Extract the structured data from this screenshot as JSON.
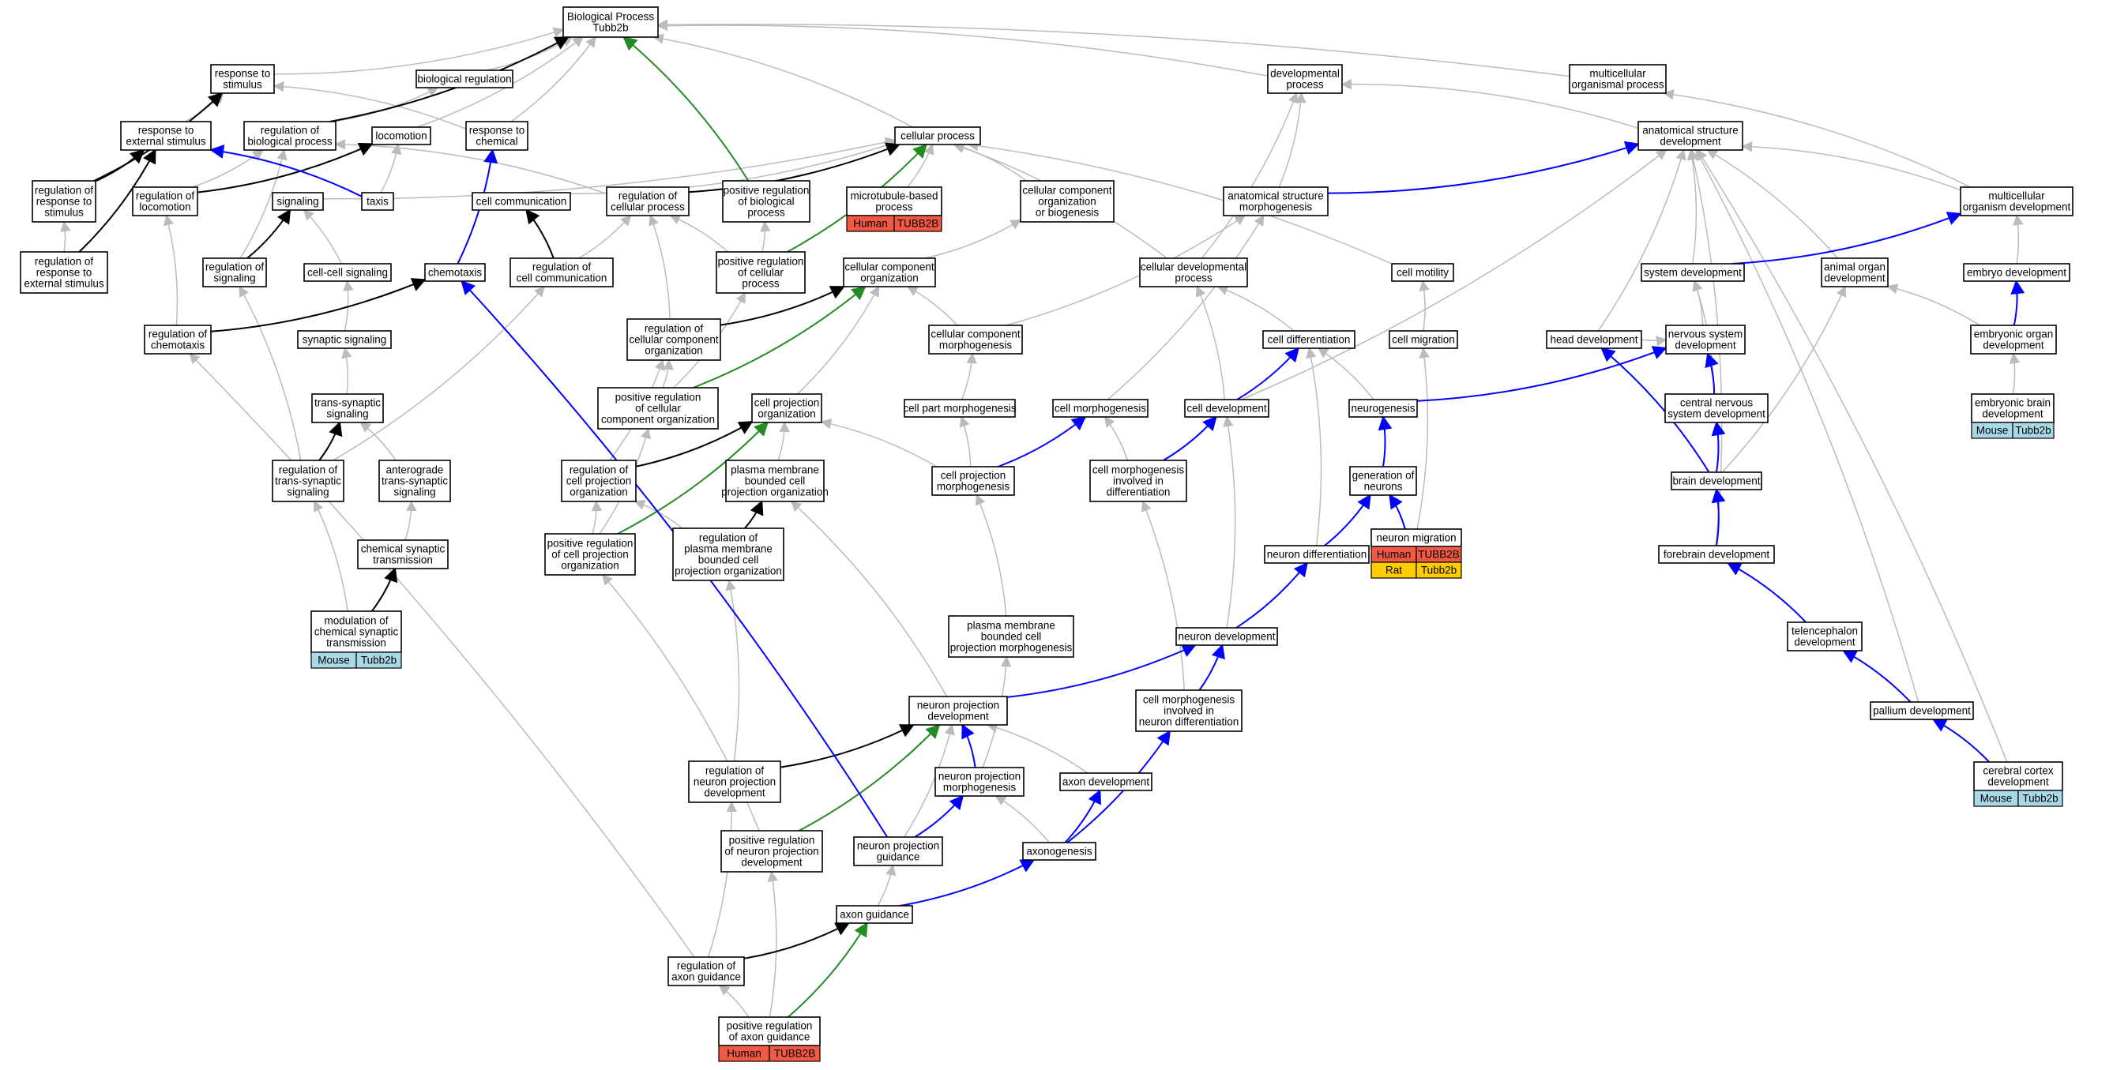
{
  "colors": {
    "gray": "#bbbbbb",
    "black": "#000000",
    "blue": "#0000ff",
    "green": "#228b22",
    "human": "#f05a44",
    "mouse": "#a9d8e6",
    "rat": "#ffcc00"
  },
  "nodes": {
    "bp": [
      "Biological Process",
      "Tubb2b"
    ],
    "resp_stim": [
      "response to",
      "stimulus"
    ],
    "bio_reg": [
      "biological regulation"
    ],
    "dev_proc": [
      "developmental",
      "process"
    ],
    "multi_proc": [
      "multicellular",
      "organismal process"
    ],
    "resp_ext": [
      "response to",
      "external stimulus"
    ],
    "reg_bio": [
      "regulation of",
      "biological process"
    ],
    "locomotion": [
      "locomotion"
    ],
    "resp_chem": [
      "response to",
      "chemical"
    ],
    "cell_proc": [
      "cellular process"
    ],
    "anat_dev": [
      "anatomical structure",
      "development"
    ],
    "reg_resp_stim": [
      "regulation of",
      "response to",
      "stimulus"
    ],
    "reg_loco": [
      "regulation of",
      "locomotion"
    ],
    "signaling": [
      "signaling"
    ],
    "taxis": [
      "taxis"
    ],
    "cell_comm": [
      "cell communication"
    ],
    "reg_cell_proc": [
      "regulation of",
      "cellular process"
    ],
    "pos_reg_bio": [
      "positive regulation",
      "of biological",
      "process"
    ],
    "micro_proc": [
      "microtubule-based",
      "process"
    ],
    "cc_org_bio": [
      "cellular component",
      "organization",
      "or biogenesis"
    ],
    "anat_morph": [
      "anatomical structure",
      "morphogenesis"
    ],
    "multi_org_dev": [
      "multicellular",
      "organism development"
    ],
    "reg_resp_ext": [
      "regulation of",
      "response to",
      "external stimulus"
    ],
    "reg_signaling": [
      "regulation of",
      "signaling"
    ],
    "cell_cell_sig": [
      "cell-cell signaling"
    ],
    "chemotaxis": [
      "chemotaxis"
    ],
    "reg_cell_comm": [
      "regulation of",
      "cell communication"
    ],
    "pos_reg_cell_proc": [
      "positive regulation",
      "of cellular",
      "process"
    ],
    "cc_org": [
      "cellular component",
      "organization"
    ],
    "cell_dev_proc": [
      "cellular developmental",
      "process"
    ],
    "cell_motility": [
      "cell motility"
    ],
    "sys_dev": [
      "system development"
    ],
    "animal_organ": [
      "animal organ",
      "development"
    ],
    "embryo_dev": [
      "embryo development"
    ],
    "reg_chemotaxis": [
      "regulation of",
      "chemotaxis"
    ],
    "syn_sig": [
      "synaptic signaling"
    ],
    "reg_cc_org": [
      "regulation of",
      "cellular component",
      "organization"
    ],
    "cc_morph": [
      "cellular component",
      "morphogenesis"
    ],
    "cell_diff": [
      "cell differentiation"
    ],
    "cell_migration": [
      "cell migration"
    ],
    "head_dev": [
      "head development"
    ],
    "ns_dev": [
      "nervous system",
      "development"
    ],
    "emb_organ_dev": [
      "embryonic organ",
      "development"
    ],
    "trans_syn": [
      "trans-synaptic",
      "signaling"
    ],
    "pos_reg_cc_org": [
      "positive regulation",
      "of cellular",
      "component organization"
    ],
    "cell_proj_org": [
      "cell projection",
      "organization"
    ],
    "cell_part_morph": [
      "cell part morphogenesis"
    ],
    "cell_morph": [
      "cell morphogenesis"
    ],
    "cell_dev": [
      "cell development"
    ],
    "neurogenesis": [
      "neurogenesis"
    ],
    "cns_dev": [
      "central nervous",
      "system development"
    ],
    "emb_brain": [
      "embryonic brain",
      "development"
    ],
    "reg_trans_syn": [
      "regulation of",
      "trans-synaptic",
      "signaling"
    ],
    "antero": [
      "anterograde",
      "trans-synaptic",
      "signaling"
    ],
    "reg_cell_proj_org": [
      "regulation of",
      "cell projection",
      "organization"
    ],
    "pm_org": [
      "plasma membrane",
      "bounded cell",
      "projection organization"
    ],
    "cell_proj_morph": [
      "cell projection",
      "morphogenesis"
    ],
    "cm_diff": [
      "cell morphogenesis",
      "involved in",
      "differentiation"
    ],
    "gen_neurons": [
      "generation of",
      "neurons"
    ],
    "brain_dev": [
      "brain development"
    ],
    "chem_syn": [
      "chemical synaptic",
      "transmission"
    ],
    "pos_reg_cell_proj_org": [
      "positive regulation",
      "of cell projection",
      "organization"
    ],
    "reg_pm_org": [
      "regulation of",
      "plasma membrane",
      "bounded cell",
      "projection organization"
    ],
    "neuron_migration": [
      "neuron migration"
    ],
    "neuron_diff": [
      "neuron differentiation"
    ],
    "forebrain": [
      "forebrain development"
    ],
    "mod_chem_syn": [
      "modulation of",
      "chemical synaptic",
      "transmission"
    ],
    "pm_morph": [
      "plasma membrane",
      "bounded cell",
      "projection morphogenesis"
    ],
    "neuron_dev": [
      "neuron development"
    ],
    "telencephalon": [
      "telencephalon",
      "development"
    ],
    "np_dev": [
      "neuron projection",
      "development"
    ],
    "cm_neuron_diff": [
      "cell morphogenesis",
      "involved in",
      "neuron differentiation"
    ],
    "pallium": [
      "pallium development"
    ],
    "reg_np_dev": [
      "regulation of",
      "neuron projection",
      "development"
    ],
    "np_morph": [
      "neuron projection",
      "morphogenesis"
    ],
    "axon_dev": [
      "axon development"
    ],
    "cerebral": [
      "cerebral cortex",
      "development"
    ],
    "pos_reg_np_dev": [
      "positive regulation",
      "of neuron projection",
      "development"
    ],
    "np_guidance": [
      "neuron projection",
      "guidance"
    ],
    "axonogenesis": [
      "axonogenesis"
    ],
    "axon_guidance": [
      "axon guidance"
    ],
    "reg_axon_guid": [
      "regulation of",
      "axon guidance"
    ],
    "pos_reg_axon_guid": [
      "positive regulation",
      "of axon guidance"
    ]
  },
  "annotations": {
    "micro_proc": [
      [
        "Human",
        "TUBB2B"
      ]
    ],
    "emb_brain": [
      [
        "Mouse",
        "Tubb2b"
      ]
    ],
    "neuron_migration": [
      [
        "Human",
        "TUBB2B"
      ],
      [
        "Rat",
        "Tubb2b"
      ]
    ],
    "mod_chem_syn": [
      [
        "Mouse",
        "Tubb2b"
      ]
    ],
    "cerebral": [
      [
        "Mouse",
        "Tubb2b"
      ]
    ],
    "pos_reg_axon_guid": [
      [
        "Human",
        "TUBB2B"
      ]
    ]
  }
}
